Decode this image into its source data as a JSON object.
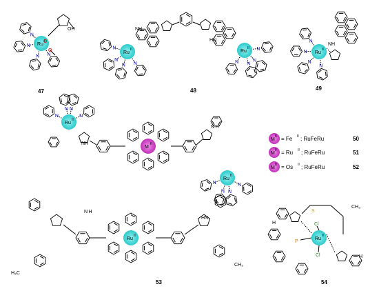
{
  "colors": {
    "ruthenium_center": "#3ad6d6",
    "metal_center": "#d23cc8",
    "nitrogen": "#1010c0",
    "oxygen": "#e00000",
    "phosphorus": "#e07a00",
    "chlorine": "#208020",
    "sulfur": "#c8a000"
  },
  "labels": {
    "c47": "47",
    "c48": "48",
    "c49": "49",
    "c53": "53",
    "c54": "54",
    "ru": "Ru",
    "ru_ox": "II",
    "m": "M",
    "m_ox": "II",
    "n": "N",
    "nh": "NH",
    "hn": "HN",
    "h": "H",
    "n_h": "N H",
    "oh": "OH",
    "o": "O",
    "cl": "Cl",
    "p": "P",
    "s": "S",
    "ch3": "CH₃",
    "h3c": "H₃C"
  },
  "legend": [
    {
      "metal": "M",
      "ox": "II",
      "eq": "= Fe",
      "eq_ox": "II",
      "name": "; RuFeRu",
      "num": "50"
    },
    {
      "metal": "M",
      "ox": "II",
      "eq": "= Ru",
      "eq_ox": "II",
      "name": "; RuFeRu",
      "num": "51"
    },
    {
      "metal": "M",
      "ox": "II",
      "eq": "= Os",
      "eq_ox": "II",
      "name": "; RuFeRu",
      "num": "52"
    }
  ]
}
